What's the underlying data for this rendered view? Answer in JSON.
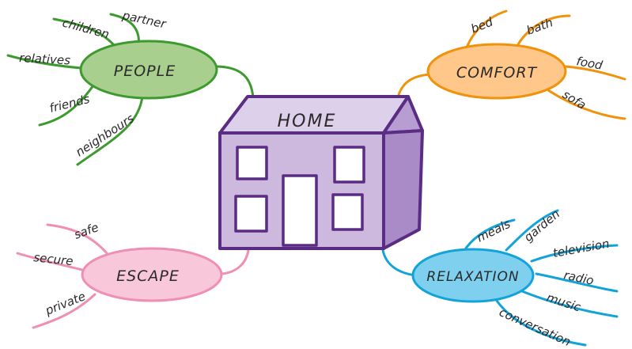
{
  "center": {
    "label": "HOME"
  },
  "colors": {
    "people": "#3d9a2f",
    "people_fill": "#a9cf8f",
    "comfort": "#f0920a",
    "comfort_fill": "#ffc78a",
    "escape": "#ef8fb3",
    "escape_fill": "#f9c7da",
    "relaxation": "#12a3d9",
    "relaxation_fill": "#7fd0ef",
    "house_outline": "#5a2c83",
    "house_front": "#cdb9dd",
    "house_side": "#a98bc7"
  },
  "branches": {
    "people": {
      "label": "PEOPLE",
      "items": [
        "partner",
        "children",
        "relatives",
        "friends",
        "neighbours"
      ]
    },
    "comfort": {
      "label": "COMFORT",
      "items": [
        "bed",
        "bath",
        "food",
        "sofa"
      ]
    },
    "escape": {
      "label": "ESCAPE",
      "items": [
        "safe",
        "secure",
        "private"
      ]
    },
    "relaxation": {
      "label": "RELAXATION",
      "items": [
        "meals",
        "garden",
        "television",
        "radio",
        "music",
        "conversation"
      ]
    }
  }
}
